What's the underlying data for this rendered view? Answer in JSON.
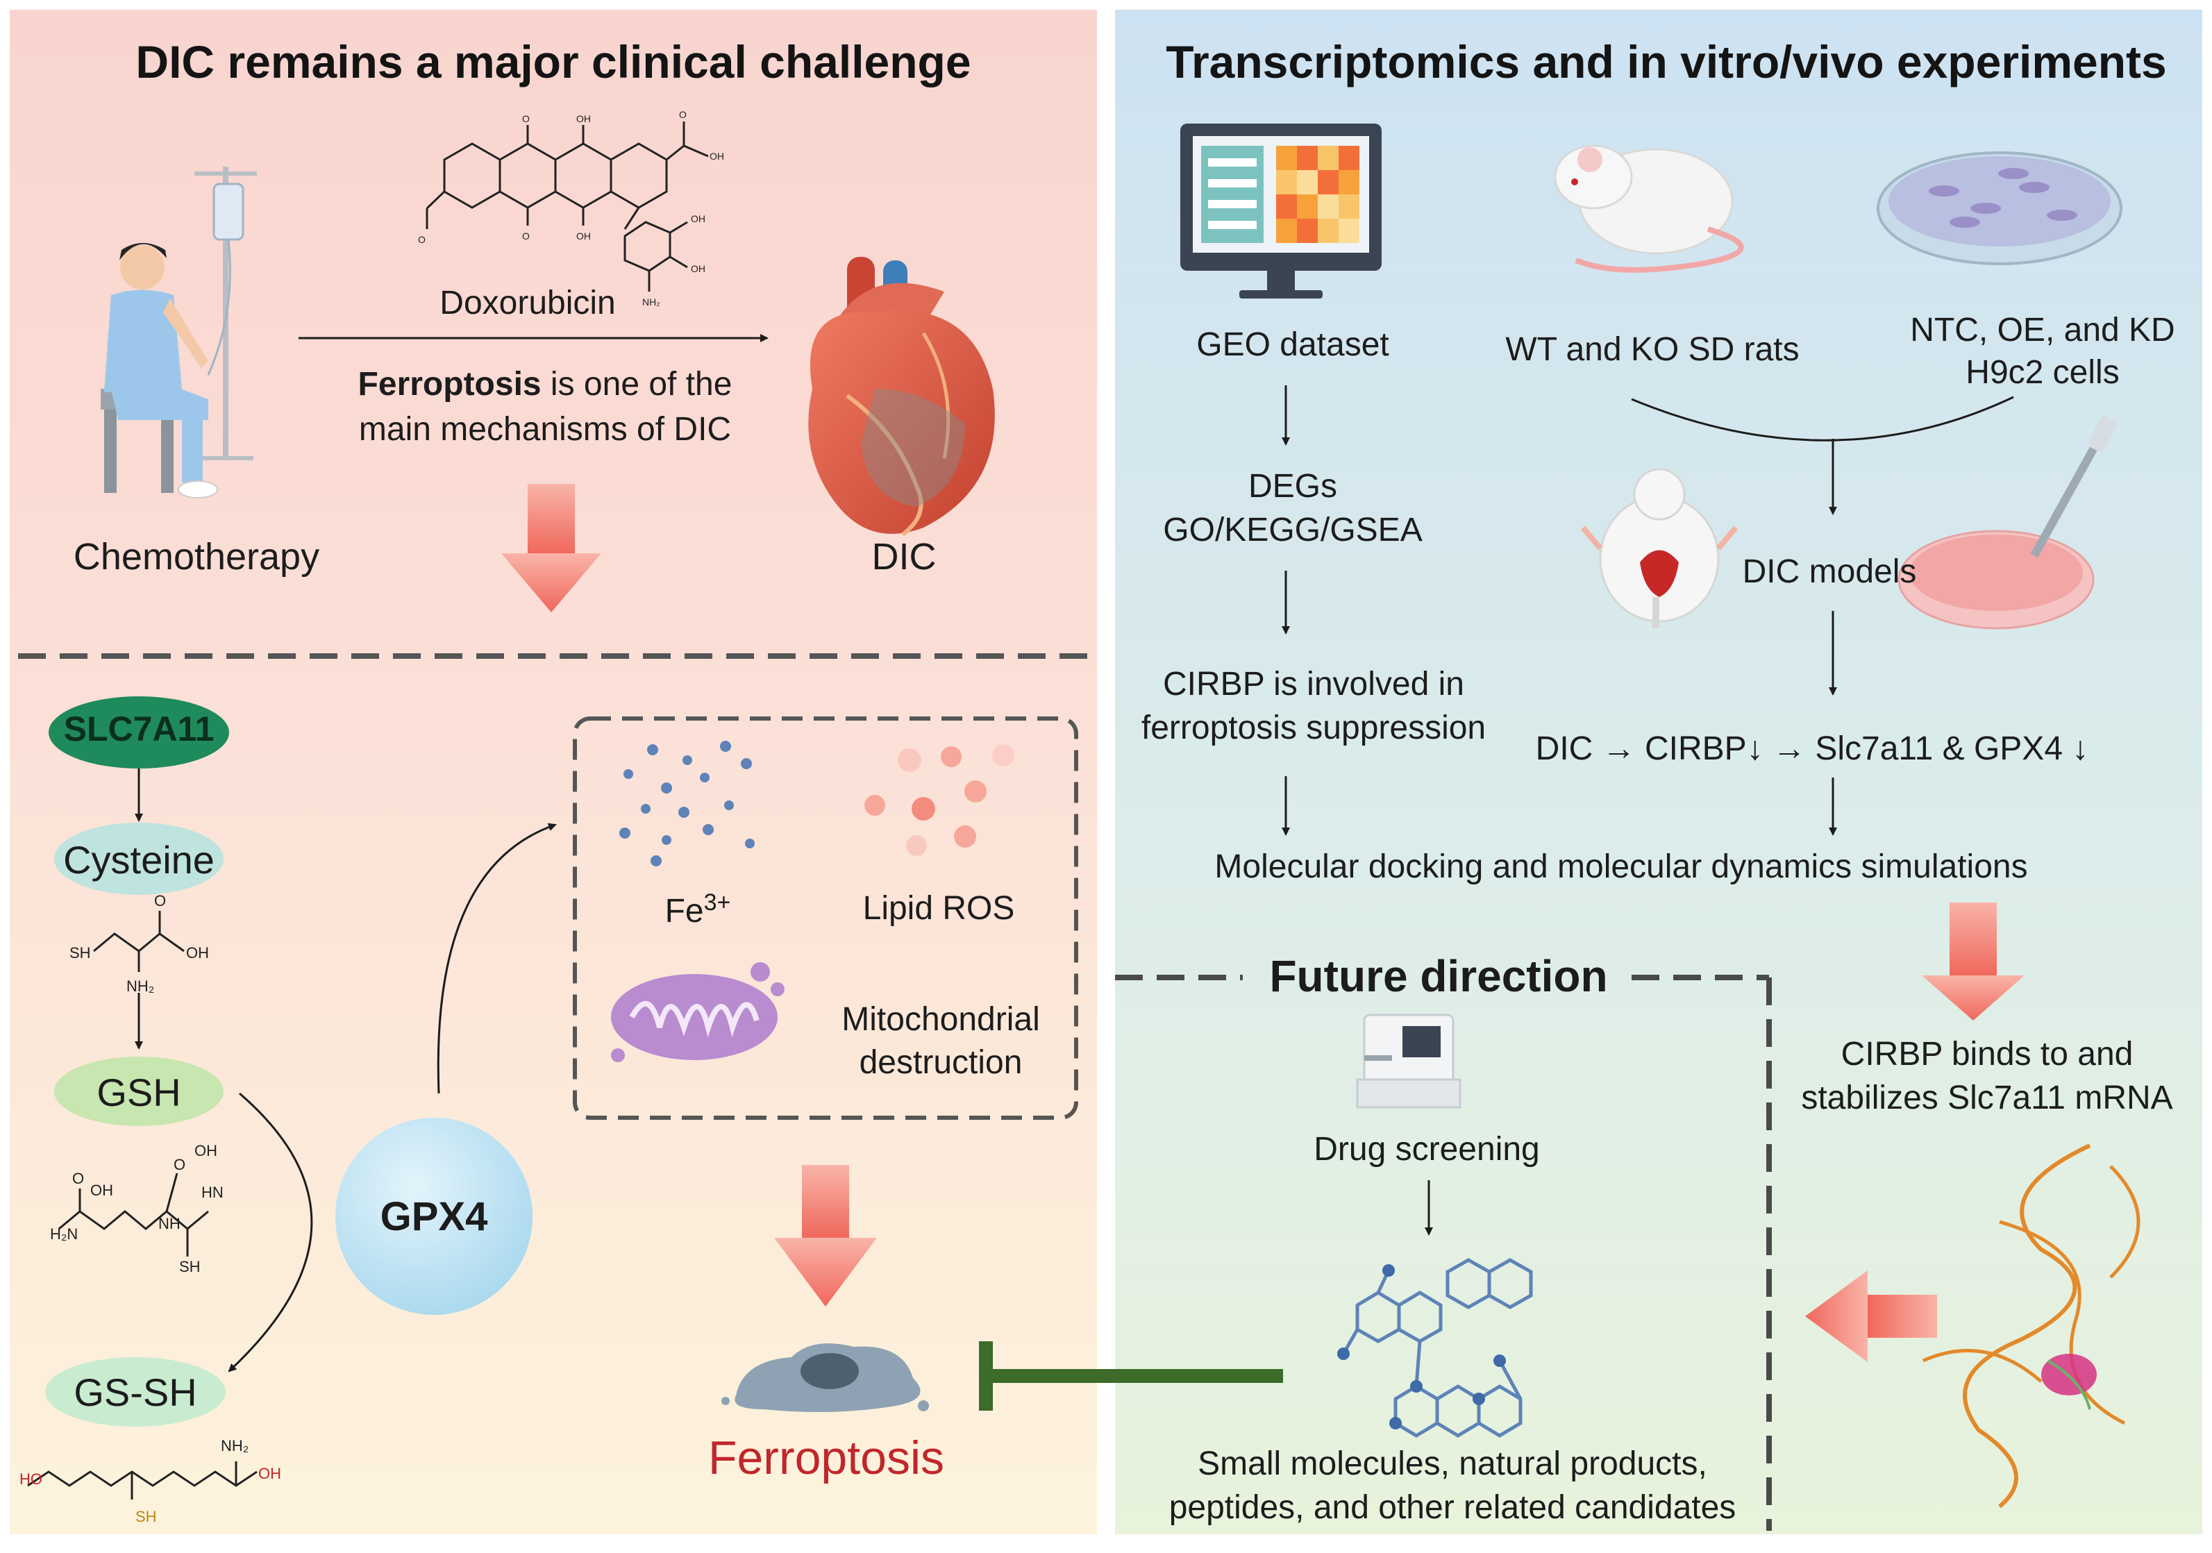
{
  "colors": {
    "left_panel_top": "#f9d6d1",
    "left_panel_bottom": "#fdf3dd",
    "right_panel_top": "#cfe3f2",
    "right_panel_bottom": "#e7f3dc",
    "arrow_red": "#f4877c",
    "ferroptosis_text": "#c0262b",
    "inhibit_green": "#3d6b2a",
    "slc7a11_fill": "#1f8a5c",
    "node_green": "#c8e6b0",
    "gpx4_fill": "#bfe3f3",
    "dashed_line": "#555555"
  },
  "left_top": {
    "title": "DIC remains a major clinical challenge",
    "drug_label": "Doxorubicin",
    "mechanism_bold": "Ferroptosis",
    "mechanism_line1_rest": " is one of the",
    "mechanism_line2": "main mechanisms of DIC",
    "chemo_label": "Chemotherapy",
    "dic_label": "DIC",
    "icons": [
      "patient-iv-icon",
      "doxorubicin-structure-icon",
      "heart-icon"
    ]
  },
  "left_bottom": {
    "pathway": [
      "SLC7A11",
      "Cysteine",
      "GSH",
      "GS-SH"
    ],
    "cysteine_atoms": [
      "SH",
      "O",
      "OH",
      "NH₂"
    ],
    "gsh_atoms": [
      "O",
      "OH",
      "O",
      "OH",
      "H₂N",
      "NH",
      "HN",
      "SH"
    ],
    "gssh_atoms": [
      "HO",
      "SH",
      "OH",
      "NH₂"
    ],
    "gpx4_label": "GPX4",
    "fe_base": "Fe",
    "fe_sup": "3+",
    "lipid_ros": "Lipid ROS",
    "mito_line1": "Mitochondrial",
    "mito_line2": "destruction",
    "ferroptosis_label": "Ferroptosis"
  },
  "right_top": {
    "title": "Transcriptomics and in vitro/vivo experiments",
    "geo_label": "GEO dataset",
    "rats_label": "WT and KO SD rats",
    "cells_line1": "NTC, OE, and KD",
    "cells_line2": "H9c2 cells",
    "degs_line1": "DEGs",
    "degs_line2": "GO/KEGG/GSEA",
    "dic_models": "DIC models",
    "cirbp_line1": "CIRBP is involved in",
    "cirbp_line2": "ferroptosis suppression",
    "pathway_text": "DIC → CIRBP↓ → Slc7a11 & GPX4 ↓",
    "docking": "Molecular docking and molecular dynamics simulations",
    "binds_line1": "CIRBP binds to and",
    "binds_line2": "stabilizes Slc7a11 mRNA",
    "icons": [
      "computer-heatmap-icon",
      "rat-icon",
      "petri-dish-icon",
      "dissected-rat-icon",
      "pipette-dish-icon",
      "rna-protein-structure-icon"
    ]
  },
  "future": {
    "title": "Future direction",
    "screening": "Drug screening",
    "candidates_line1": "Small molecules, natural products,",
    "candidates_line2": "peptides, and other related candidates",
    "icons": [
      "screening-machine-icon",
      "molecule-structures-icon"
    ]
  }
}
